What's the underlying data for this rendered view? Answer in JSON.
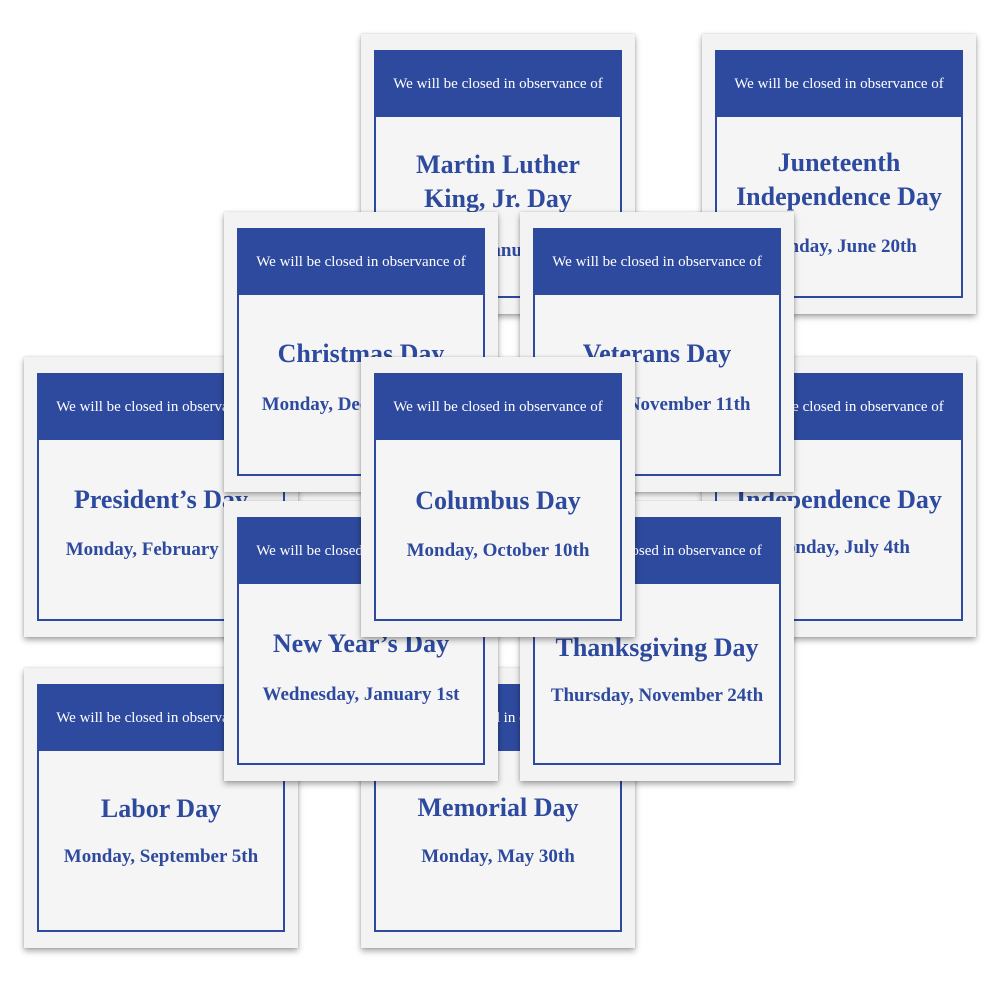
{
  "banner_text": "We will be closed in observance of",
  "signs": {
    "mlk": {
      "holiday": "Martin Luther\nKing, Jr. Day",
      "date": "Monday, January 17th"
    },
    "juneteenth": {
      "holiday": "Juneteenth\nIndependence Day",
      "date": "Monday, June 20th"
    },
    "christmas": {
      "holiday": "Christmas Day",
      "date": "Monday, December 26th"
    },
    "veterans": {
      "holiday": "Veterans Day",
      "date": "Friday, November 11th"
    },
    "presidents": {
      "holiday": "President’s Day",
      "date": "Monday, February 21st"
    },
    "independence": {
      "holiday": "Independence Day",
      "date": "Monday, July 4th"
    },
    "columbus": {
      "holiday": "Columbus Day",
      "date": "Monday, October 10th"
    },
    "new_years": {
      "holiday": "New Year’s Day",
      "date": "Wednesday, January 1st"
    },
    "thanksgiving": {
      "holiday": "Thanksgiving Day",
      "date": "Thursday, November 24th"
    },
    "labor": {
      "holiday": "Labor Day",
      "date": "Monday, September 5th"
    },
    "memorial": {
      "holiday": "Memorial Day",
      "date": "Monday, May 30th"
    }
  }
}
